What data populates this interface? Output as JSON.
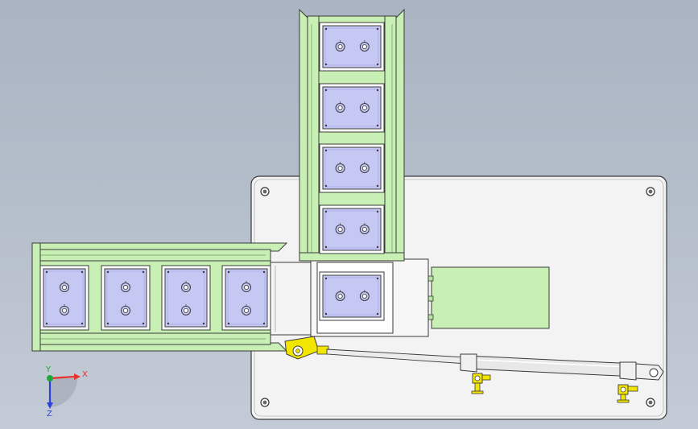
{
  "viewport": {
    "background_top": "#aab4c2",
    "background_bottom": "#c3cbd6"
  },
  "colors": {
    "plate": "#f3f3f3",
    "frame": "#c8f0b4",
    "frame_dark": "#a9d98e",
    "pocket": "#ffffff",
    "block": "#c6c8f4",
    "block_dark": "#a9abe8",
    "pusher": "#c8f0b4",
    "cylinder": "#e8e8e8",
    "fitting": "#f2e600",
    "outline": "#3a3a3a"
  },
  "triad": {
    "x_label": "X",
    "y_label": "Y",
    "z_label": "Z",
    "x_color": "#e8322d",
    "y_color": "#1fa83a",
    "z_color": "#2d40d8"
  },
  "icons": {
    "triad": "coordinate-triad-icon",
    "mount_hole": "mount-hole-icon"
  }
}
